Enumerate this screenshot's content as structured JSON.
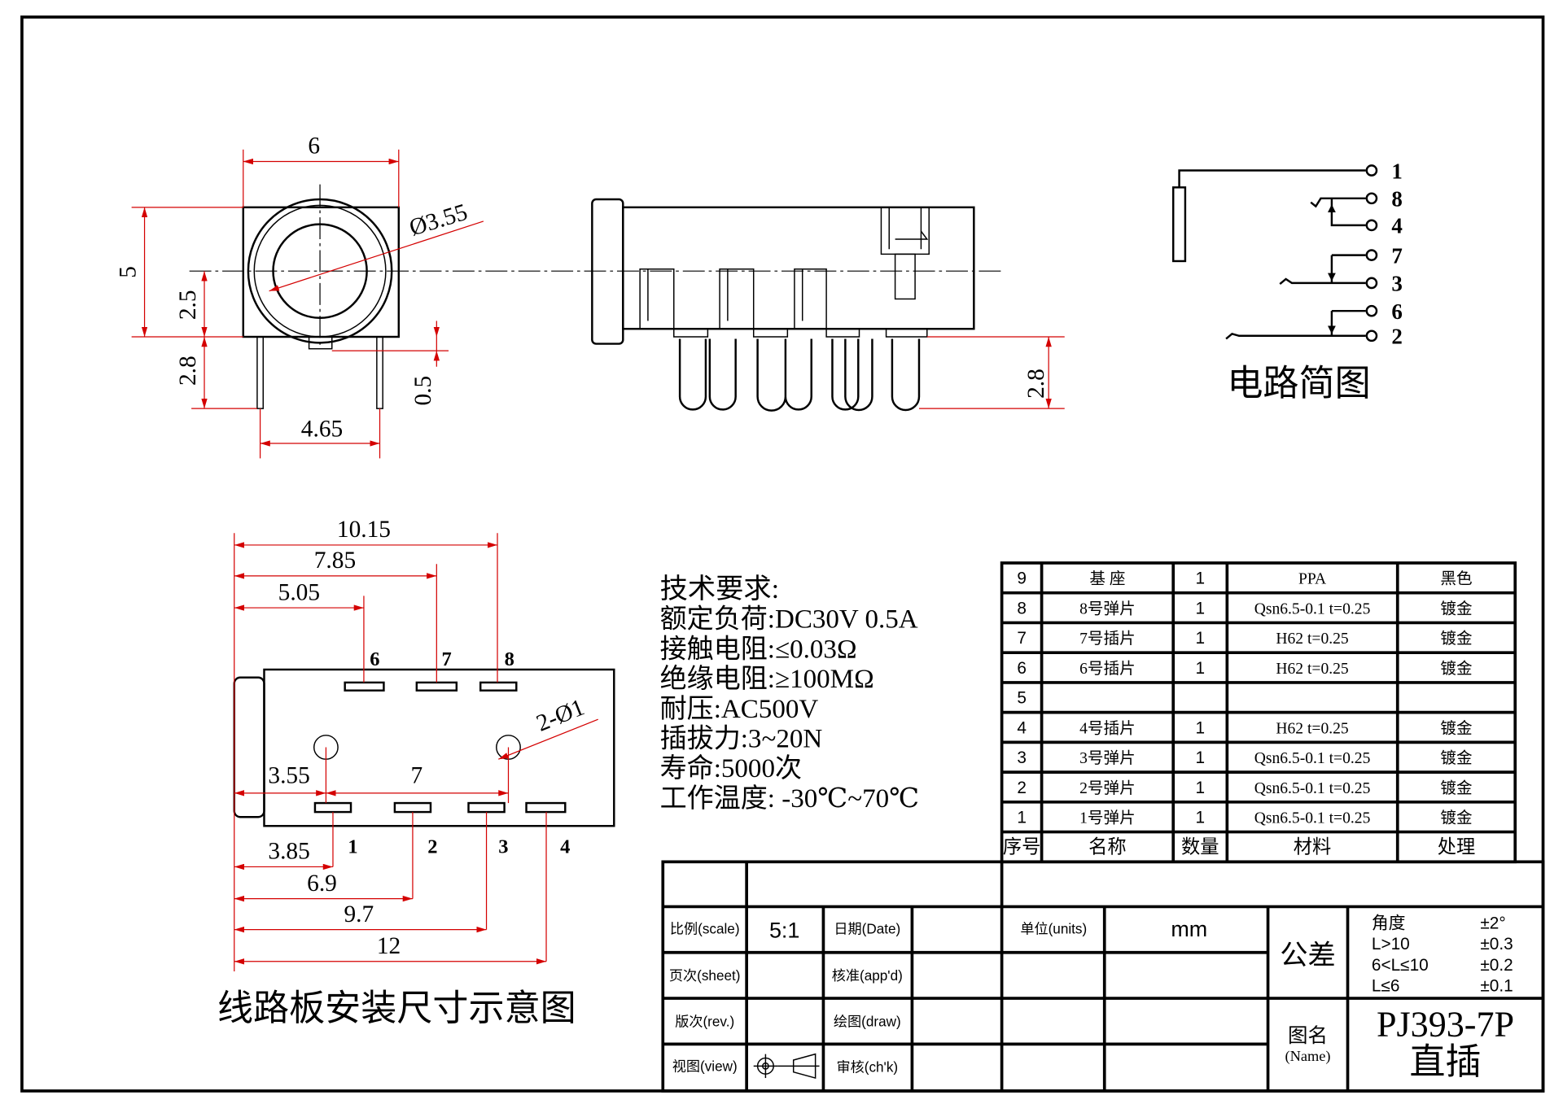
{
  "front_view": {
    "width": "6",
    "height": "5",
    "upper": "2.5",
    "lower": "2.8",
    "tab": "0.5",
    "pin_pitch": "4.65",
    "diameter": "Ø3.55"
  },
  "side_view": {
    "pin_length": "2.8"
  },
  "circuit": {
    "title": "电路简图",
    "pins": [
      "1",
      "8",
      "4",
      "7",
      "3",
      "6",
      "2"
    ]
  },
  "pcb": {
    "title": "线路板安装尺寸示意图",
    "holes": "2-Ø1",
    "top_pins": [
      "6",
      "7",
      "8"
    ],
    "bottom_pins": [
      "1",
      "2",
      "3",
      "4"
    ],
    "top_dims": [
      "10.15",
      "7.85",
      "5.05"
    ],
    "mid_dims": [
      "3.55",
      "7"
    ],
    "bottom_dims": [
      "3.85",
      "6.9",
      "9.7",
      "12"
    ]
  },
  "tech": {
    "title": "技术要求:",
    "lines": [
      "额定负荷:DC30V 0.5A",
      "接触电阻:≤0.03Ω",
      "绝缘电阻:≥100MΩ",
      "耐压:AC500V",
      "插拔力:3~20N",
      "寿命:5000次",
      "工作温度: -30℃~70℃"
    ]
  },
  "parts_table": {
    "headers": [
      "序号",
      "名称",
      "数量",
      "材料",
      "处理"
    ],
    "rows": [
      [
        "9",
        "基 座",
        "1",
        "PPA",
        "黑色"
      ],
      [
        "8",
        "8号弹片",
        "1",
        "Qsn6.5-0.1 t=0.25",
        "镀金"
      ],
      [
        "7",
        "7号插片",
        "1",
        "H62 t=0.25",
        "镀金"
      ],
      [
        "6",
        "6号插片",
        "1",
        "H62 t=0.25",
        "镀金"
      ],
      [
        "5",
        "",
        "",
        "",
        ""
      ],
      [
        "4",
        "4号插片",
        "1",
        "H62 t=0.25",
        "镀金"
      ],
      [
        "3",
        "3号弹片",
        "1",
        "Qsn6.5-0.1 t=0.25",
        "镀金"
      ],
      [
        "2",
        "2号弹片",
        "1",
        "Qsn6.5-0.1 t=0.25",
        "镀金"
      ],
      [
        "1",
        "1号弹片",
        "1",
        "Qsn6.5-0.1 t=0.25",
        "镀金"
      ]
    ]
  },
  "title_block": {
    "scale_label": "比例(scale)",
    "scale_value": "5:1",
    "date_label": "日期(Date)",
    "sheet_label": "页次(sheet)",
    "approved_label": "核准(app'd)",
    "rev_label": "版次(rev.)",
    "draw_label": "绘图(draw)",
    "view_label": "视图(view)",
    "check_label": "审核(ch'k)",
    "units_label": "单位(units)",
    "units_value": "mm",
    "tolerance_label": "公差",
    "tolerances": [
      [
        "角度",
        "±2°"
      ],
      [
        "L>10",
        "±0.3"
      ],
      [
        "6<L≤10",
        "±0.2"
      ],
      [
        "L≤6",
        "±0.1"
      ]
    ],
    "name_label": "图名",
    "name_label_en": "(Name)",
    "part_name": "PJ393-7P",
    "part_type": "直插"
  }
}
